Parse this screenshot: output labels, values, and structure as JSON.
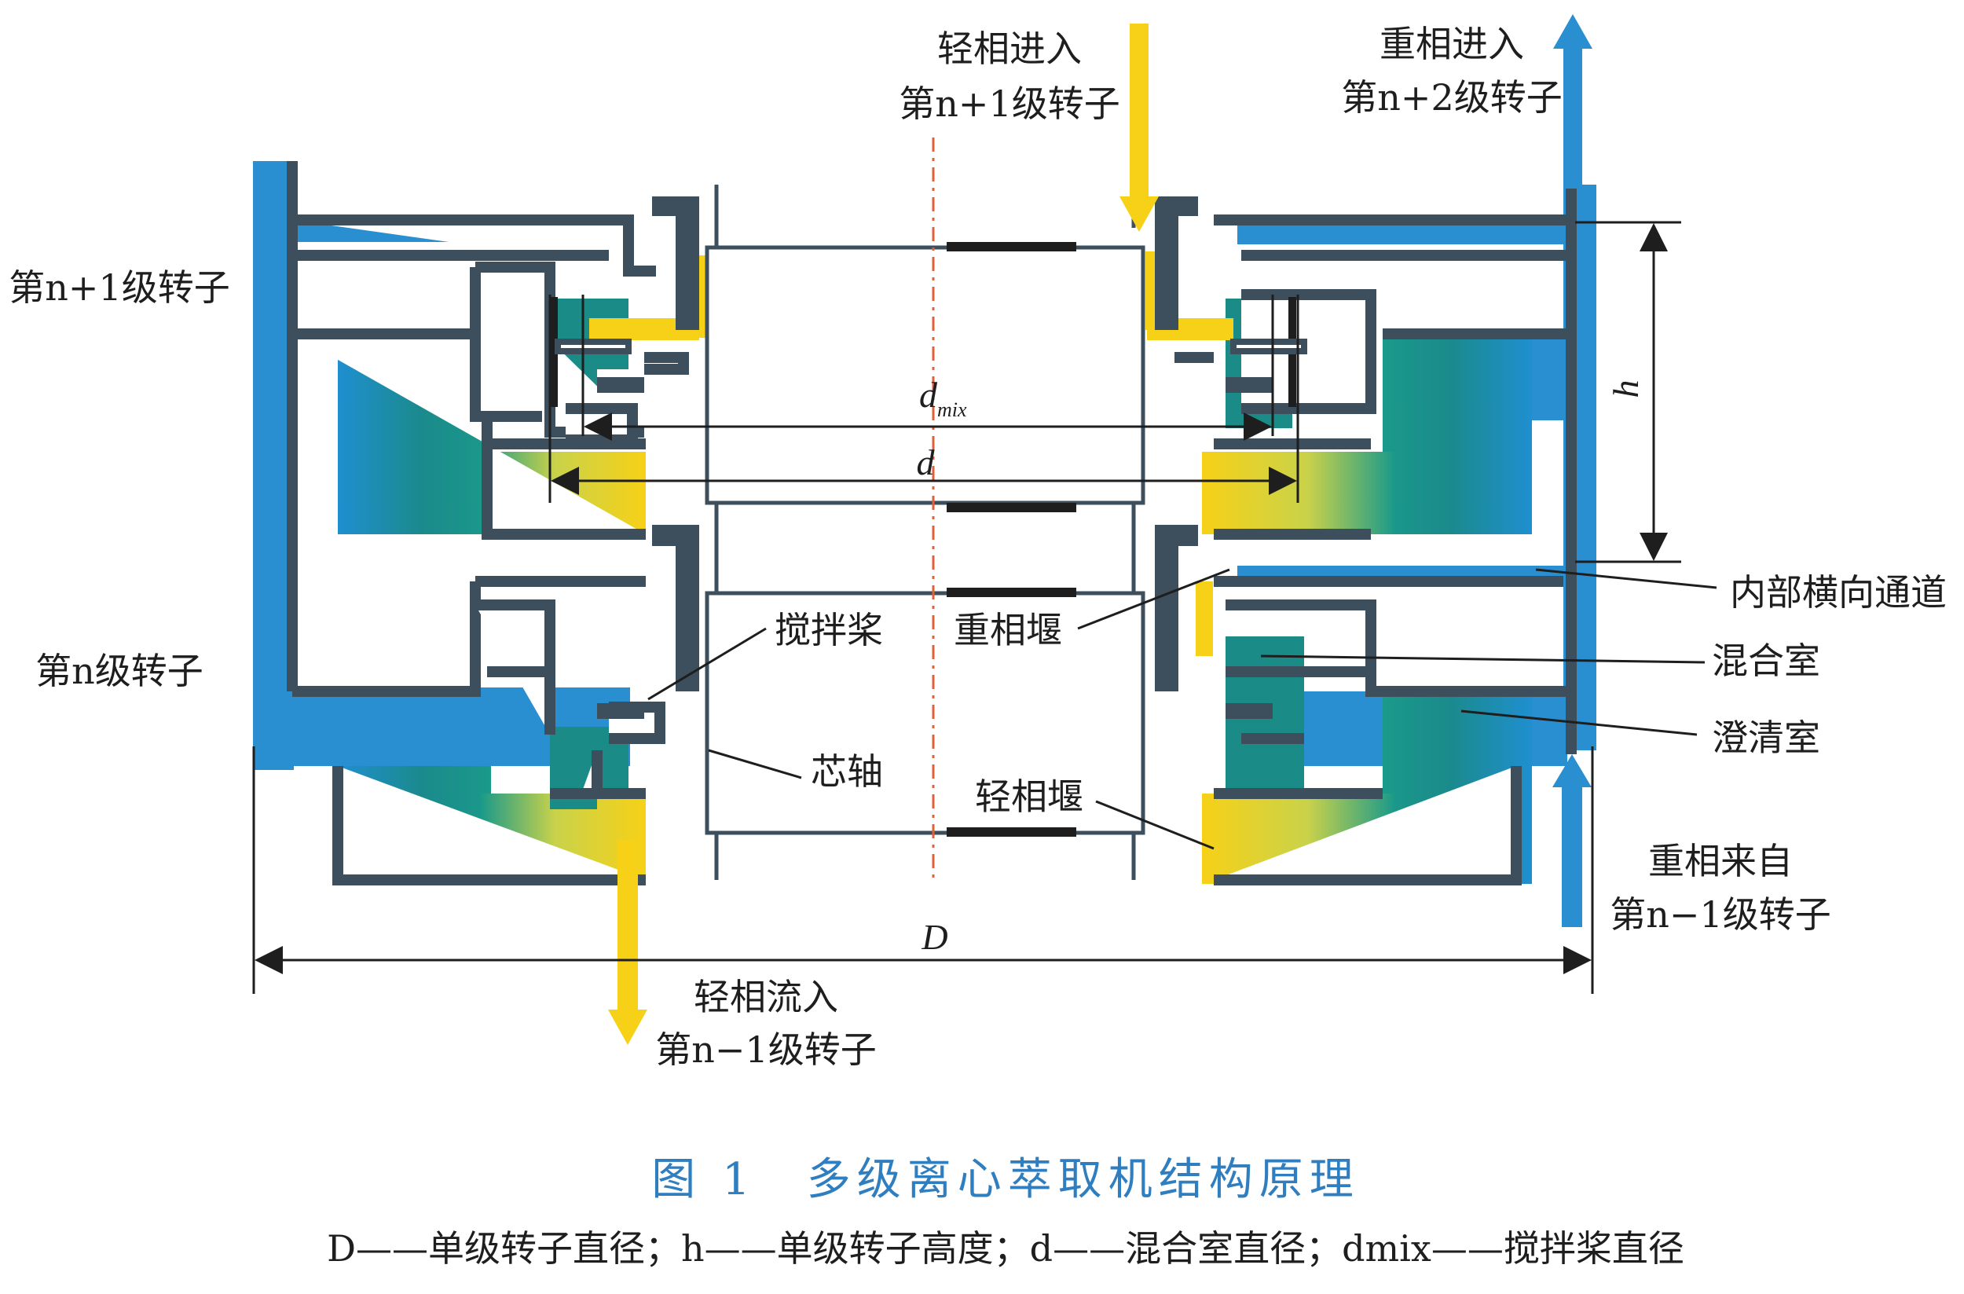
{
  "labels": {
    "light_in": "轻相进入",
    "rotor_n_plus_1_top": "第n+1级转子",
    "heavy_in": "重相进入",
    "rotor_n_plus_2": "第n+2级转子",
    "rotor_n_plus_1_left": "第n+1级转子",
    "rotor_n_left": "第n级转子",
    "internal_channel": "内部横向通道",
    "mixing_chamber": "混合室",
    "clarifying_chamber": "澄清室",
    "heavy_from": "重相来自",
    "rotor_n_minus_1_right": "第n−1级转子",
    "light_out": "轻相流入",
    "rotor_n_minus_1_bottom": "第n−1级转子",
    "stirring_paddle": "搅拌桨",
    "heavy_weir": "重相堰",
    "core_shaft": "芯轴",
    "light_weir": "轻相堰"
  },
  "dimensions": {
    "dmix_main": "d",
    "dmix_sub": "mix",
    "d": "d",
    "h": "h",
    "D": "D"
  },
  "caption": {
    "title": "图 1　多级离心萃取机结构原理",
    "legend": "D——单级转子直径；h——单级转子高度；d——混合室直径；dmix——搅拌桨直径"
  },
  "colors": {
    "heavy_phase": "#2a8fd0",
    "light_phase": "#f7d117",
    "structure": "#3d4f5c",
    "mixing_teal": "#1e8a86",
    "clarifier_blue": "#1f8fc8",
    "caption_blue": "#2f7ec0"
  }
}
